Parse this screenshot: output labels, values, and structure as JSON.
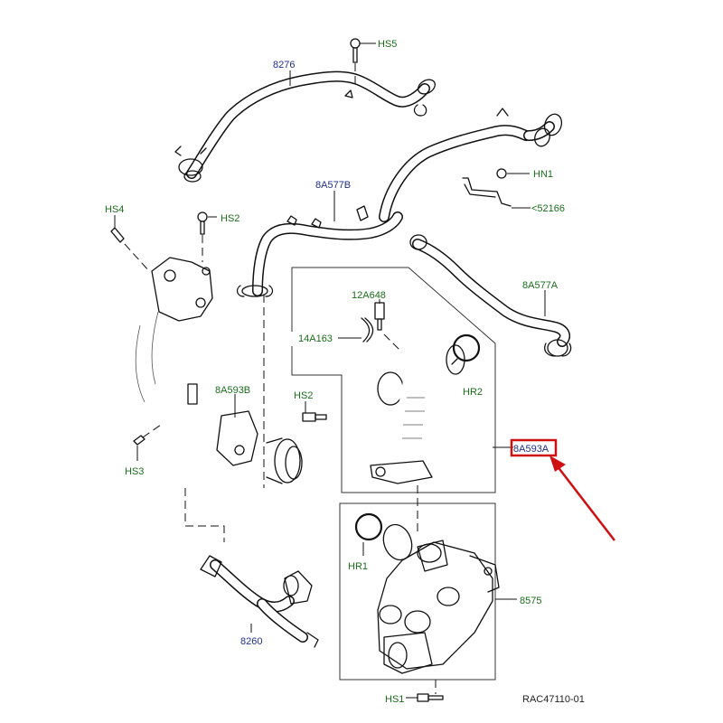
{
  "diagram": {
    "ref_code": "RAC47110-01",
    "callouts": {
      "p8276": "8276",
      "hs5": "HS5",
      "a577b": "8A577B",
      "hn1": "HN1",
      "p52166": "<52166",
      "hs4": "HS4",
      "hs2_top": "HS2",
      "a577a": "8A577A",
      "a648": "12A648",
      "a163": "14A163",
      "hr2": "HR2",
      "a593b": "8A593B",
      "hs2_mid": "HS2",
      "hs3": "HS3",
      "a593a": "8A593A",
      "hr1": "HR1",
      "p8575": "8575",
      "p8260": "8260",
      "hs1": "HS1"
    },
    "colors": {
      "part_number_blue": "#1f2f8c",
      "fastener_green": "#1b6e1b",
      "highlight_red": "#d01010"
    }
  }
}
